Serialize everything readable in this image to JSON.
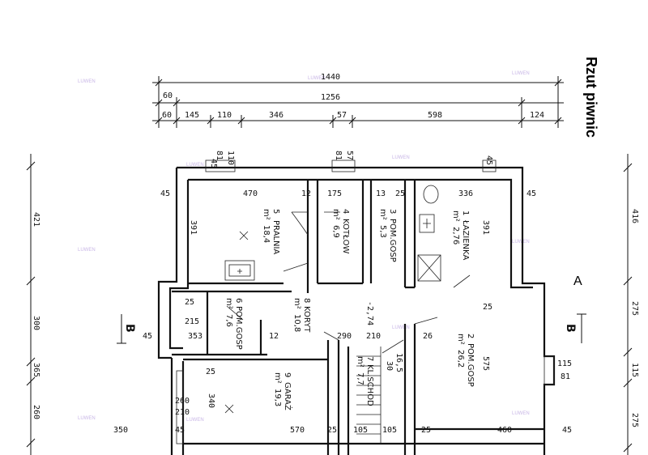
{
  "title": "Rzut piwnic",
  "watermark": "LUWEN",
  "top_dims": {
    "overall": "1440",
    "second": "1256",
    "row2_left": "60",
    "row3": [
      "60",
      "145",
      "110",
      "346",
      "57",
      "598",
      "124"
    ]
  },
  "wall_dims": {
    "t81a": "81",
    "t110": "110",
    "t45a": "45",
    "t81b": "81",
    "t57": "57",
    "t45b": "45",
    "r45a": "45",
    "r470": "470",
    "r12a": "12",
    "r175": "175",
    "r13": "13",
    "r25a": "25",
    "r336": "336",
    "r45b": "45",
    "left391": "391",
    "right391": "391",
    "m25a": "25",
    "m215": "215",
    "m45": "45",
    "m353": "353",
    "m12": "12",
    "m290": "290",
    "m210": "210",
    "m26": "26",
    "m25b": "25",
    "m25c": "25",
    "w575": "575",
    "w340": "340",
    "w260": "260",
    "w210": "210",
    "w115": "115",
    "w81": "81",
    "b350": "350",
    "b45a": "45",
    "b570": "570",
    "b25a": "25",
    "b105a": "105",
    "b105b": "105",
    "b25b": "25",
    "b460": "460",
    "b45b": "45",
    "stair_num": "30",
    "stair_mid": "16,5"
  },
  "left_dims": [
    "421",
    "300",
    "365",
    "260"
  ],
  "right_dims": [
    "416",
    "275",
    "115",
    "275"
  ],
  "rooms": [
    {
      "num": "5",
      "name": "PRALNIA",
      "area": "18,4",
      "unit": "m²"
    },
    {
      "num": "4",
      "name": "KOTŁOW",
      "area": "6,9",
      "unit": "m²"
    },
    {
      "num": "3",
      "name": "POM.GOSP",
      "area": "5,3",
      "unit": "m²"
    },
    {
      "num": "1",
      "name": "ŁAZIENKA",
      "area": "2,76",
      "unit": "m²"
    },
    {
      "num": "8",
      "name": "KORYT",
      "area": "10,8",
      "unit": "m²"
    },
    {
      "num": "6",
      "name": "POM.GOSP",
      "area": "7,6",
      "unit": "m²"
    },
    {
      "num": "2",
      "name": "POM.GOSP",
      "area": "26,2",
      "unit": "m²"
    },
    {
      "num": "9",
      "name": "GARAŻ",
      "area": "19,3",
      "unit": "m²"
    },
    {
      "num": "7",
      "name": "KL.SCHOD",
      "area": "7,7",
      "unit": "m²"
    }
  ],
  "level_mark": "-2,74",
  "section_marker": "A",
  "section_letter": "B"
}
